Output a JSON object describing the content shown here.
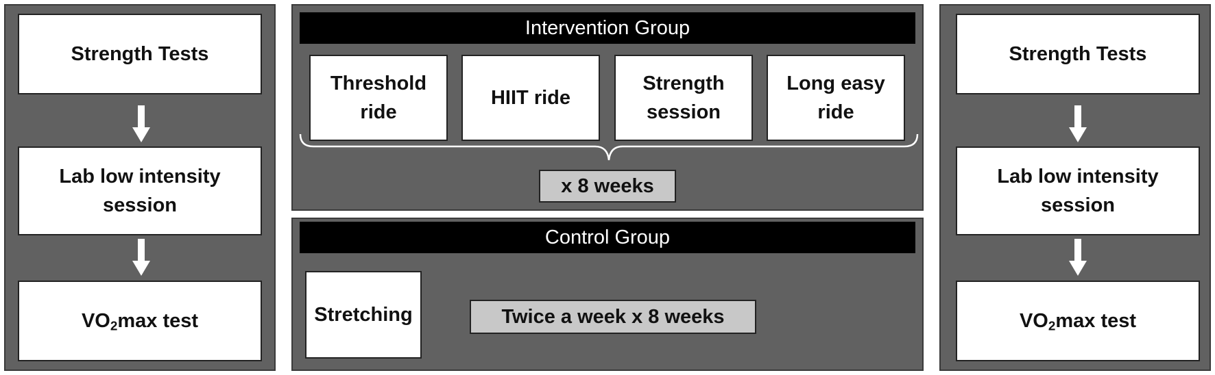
{
  "pre_test": {
    "strength": "Strength Tests",
    "lab": "Lab low intensity session",
    "vo2_prefix": "VO",
    "vo2_sub": "2",
    "vo2_suffix": "max test"
  },
  "intervention": {
    "title": "Intervention Group",
    "sessions": [
      "Threshold ride",
      "HIIT ride",
      "Strength session",
      "Long easy ride"
    ],
    "duration": "x 8 weeks"
  },
  "control": {
    "title": "Control Group",
    "session": "Stretching",
    "duration": "Twice a week x 8 weeks"
  },
  "post_test": {
    "strength": "Strength Tests",
    "lab": "Lab low intensity session",
    "vo2_prefix": "VO",
    "vo2_sub": "2",
    "vo2_suffix": "max test"
  },
  "colors": {
    "panel": "#616161",
    "header": "#000000",
    "box": "#ffffff",
    "tag": "#c8c8c8"
  }
}
